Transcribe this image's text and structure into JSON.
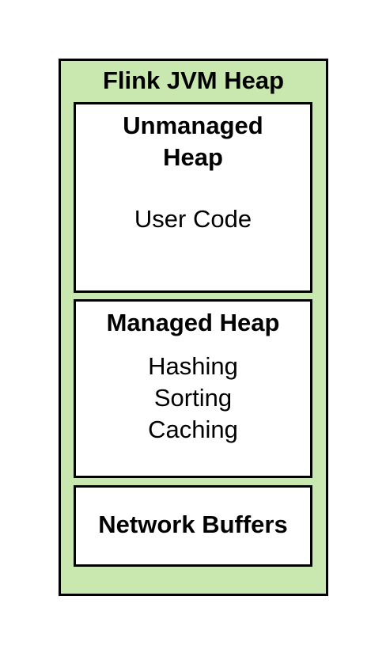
{
  "diagram": {
    "outer": {
      "label": "Flink JVM Heap",
      "fill_color": "#c9e8b0"
    },
    "regions": [
      {
        "title": "Unmanaged Heap",
        "contents": [
          "User Code"
        ]
      },
      {
        "title": "Managed Heap",
        "contents": [
          "Hashing",
          "Sorting",
          "Caching"
        ]
      },
      {
        "title": "Network Buffers",
        "contents": []
      }
    ]
  }
}
